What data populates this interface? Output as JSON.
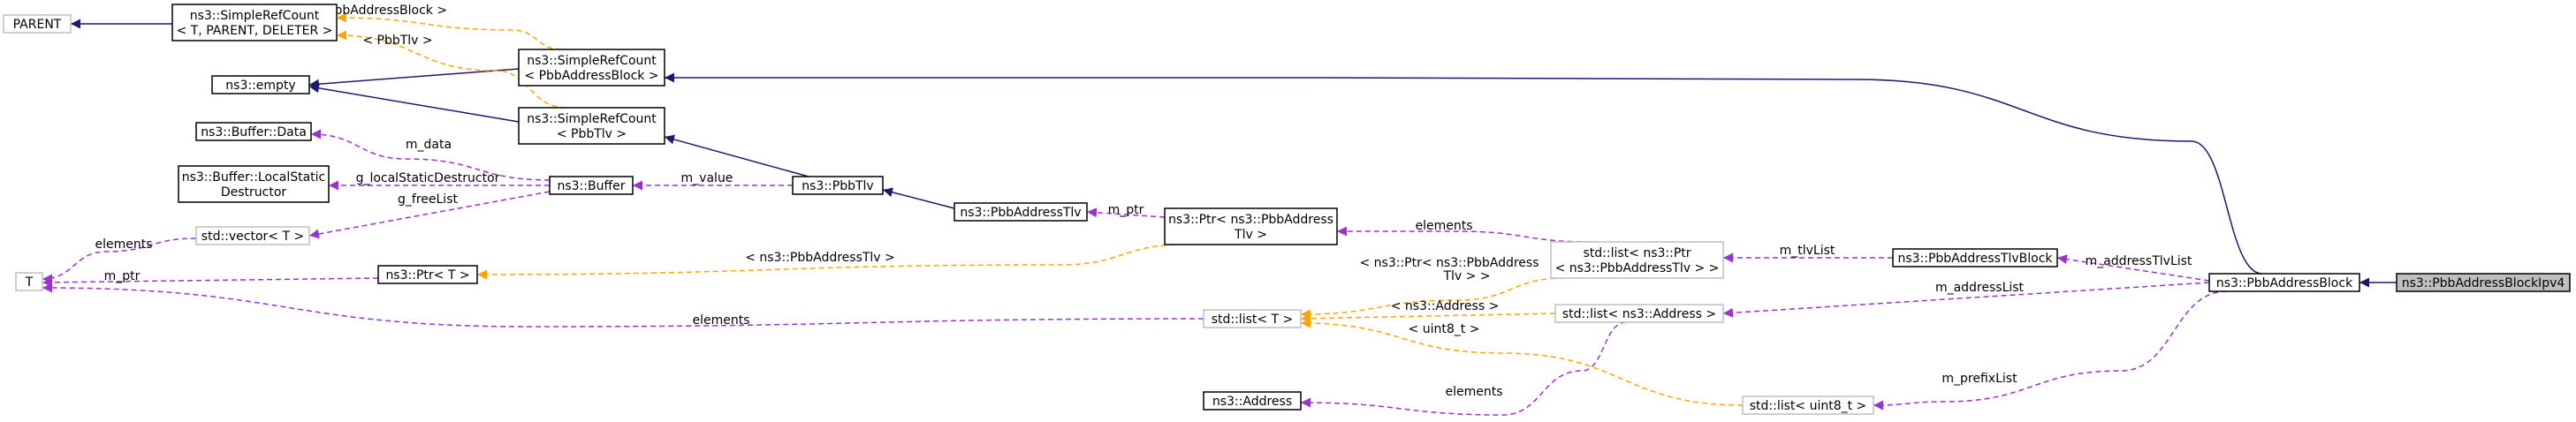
{
  "diagram": {
    "title": "ns3::PbbAddressBlockIpv4",
    "colors": {
      "inheritance": "#191970",
      "usage": "#9a32cd",
      "template": "#ffa500",
      "focus_fill": "#bfbfbf",
      "ghost_border": "#bfbfbf"
    },
    "nodes": [
      {
        "id": "parent",
        "style": "ghost",
        "lines": [
          "PARENT"
        ]
      },
      {
        "id": "srcT",
        "style": "normal",
        "lines": [
          "ns3::SimpleRefCount",
          "< T, PARENT, DELETER >"
        ]
      },
      {
        "id": "empty",
        "style": "normal",
        "lines": [
          "ns3::empty"
        ]
      },
      {
        "id": "srcBlock",
        "style": "normal",
        "lines": [
          "ns3::SimpleRefCount",
          "< PbbAddressBlock >"
        ]
      },
      {
        "id": "srcTlv",
        "style": "normal",
        "lines": [
          "ns3::SimpleRefCount",
          "< PbbTlv >"
        ]
      },
      {
        "id": "bufData",
        "style": "normal",
        "lines": [
          "ns3::Buffer::Data"
        ]
      },
      {
        "id": "bufLSD",
        "style": "normal",
        "lines": [
          "ns3::Buffer::LocalStatic",
          "Destructor"
        ]
      },
      {
        "id": "buffer",
        "style": "normal",
        "lines": [
          "ns3::Buffer"
        ]
      },
      {
        "id": "pbbtlv",
        "style": "normal",
        "lines": [
          "ns3::PbbTlv"
        ]
      },
      {
        "id": "vectorT",
        "style": "ghost",
        "lines": [
          "std::vector< T >"
        ]
      },
      {
        "id": "addrTlv",
        "style": "normal",
        "lines": [
          "ns3::PbbAddressTlv"
        ]
      },
      {
        "id": "ptrAddrTlv",
        "style": "normal",
        "lines": [
          "ns3::Ptr< ns3::PbbAddress",
          "Tlv >"
        ]
      },
      {
        "id": "T",
        "style": "ghost",
        "lines": [
          "T"
        ]
      },
      {
        "id": "ptrT",
        "style": "normal",
        "lines": [
          "ns3::Ptr< T >"
        ]
      },
      {
        "id": "listPtr",
        "style": "ghost",
        "lines": [
          "std::list< ns3::Ptr",
          "< ns3::PbbAddressTlv > >"
        ]
      },
      {
        "id": "tlvBlock",
        "style": "normal",
        "lines": [
          "ns3::PbbAddressTlvBlock"
        ]
      },
      {
        "id": "addrBlock",
        "style": "normal",
        "lines": [
          "ns3::PbbAddressBlock"
        ]
      },
      {
        "id": "ipv4",
        "style": "focus",
        "lines": [
          "ns3::PbbAddressBlockIpv4"
        ]
      },
      {
        "id": "listT",
        "style": "ghost",
        "lines": [
          "std::list< T >"
        ]
      },
      {
        "id": "listAddr",
        "style": "ghost",
        "lines": [
          "std::list< ns3::Address >"
        ]
      },
      {
        "id": "listU8",
        "style": "ghost",
        "lines": [
          "std::list< uint8_t >"
        ]
      },
      {
        "id": "address",
        "style": "normal",
        "lines": [
          "ns3::Address"
        ]
      }
    ],
    "edges": [
      {
        "id": "e1",
        "from": "srcT",
        "to": "parent",
        "kind": "inheritance",
        "label": []
      },
      {
        "id": "e2",
        "from": "srcBlock",
        "to": "empty",
        "kind": "inheritance",
        "label": []
      },
      {
        "id": "e3",
        "from": "srcTlv",
        "to": "empty",
        "kind": "inheritance",
        "label": []
      },
      {
        "id": "e4",
        "from": "srcBlock",
        "to": "srcT",
        "kind": "template",
        "label": [
          "< PbbAddressBlock >"
        ]
      },
      {
        "id": "e5",
        "from": "srcTlv",
        "to": "srcT",
        "kind": "template",
        "label": [
          "< PbbTlv >"
        ]
      },
      {
        "id": "e6",
        "from": "pbbtlv",
        "to": "srcTlv",
        "kind": "inheritance",
        "label": []
      },
      {
        "id": "e7",
        "from": "addrBlock",
        "to": "srcBlock",
        "kind": "inheritance",
        "label": []
      },
      {
        "id": "e8",
        "from": "buffer",
        "to": "bufData",
        "kind": "usage",
        "label": [
          "m_data"
        ]
      },
      {
        "id": "e9",
        "from": "buffer",
        "to": "bufLSD",
        "kind": "usage",
        "label": [
          "g_localStaticDestructor"
        ]
      },
      {
        "id": "e10",
        "from": "buffer",
        "to": "vectorT",
        "kind": "usage",
        "label": [
          "g_freeList"
        ]
      },
      {
        "id": "e11",
        "from": "pbbtlv",
        "to": "buffer",
        "kind": "usage",
        "label": [
          "m_value"
        ]
      },
      {
        "id": "e12",
        "from": "addrTlv",
        "to": "pbbtlv",
        "kind": "inheritance",
        "label": []
      },
      {
        "id": "e13",
        "from": "ptrAddrTlv",
        "to": "addrTlv",
        "kind": "usage",
        "label": [
          "m_ptr"
        ]
      },
      {
        "id": "e14",
        "from": "vectorT",
        "to": "T",
        "kind": "usage",
        "label": [
          "elements"
        ]
      },
      {
        "id": "e15",
        "from": "ptrT",
        "to": "T",
        "kind": "usage",
        "label": [
          "m_ptr"
        ]
      },
      {
        "id": "e16",
        "from": "listT",
        "to": "T",
        "kind": "usage",
        "label": [
          "elements"
        ]
      },
      {
        "id": "e17",
        "from": "ptrAddrTlv",
        "to": "ptrT",
        "kind": "template",
        "label": [
          "< ns3::PbbAddressTlv >"
        ]
      },
      {
        "id": "e18",
        "from": "listPtr",
        "to": "ptrAddrTlv",
        "kind": "usage",
        "label": [
          "elements"
        ]
      },
      {
        "id": "e19",
        "from": "listPtr",
        "to": "listT",
        "kind": "template",
        "label": [
          "< ns3::Ptr< ns3::PbbAddress",
          "Tlv > >"
        ]
      },
      {
        "id": "e20",
        "from": "listAddr",
        "to": "listT",
        "kind": "template",
        "label": [
          "< ns3::Address >"
        ]
      },
      {
        "id": "e21",
        "from": "listU8",
        "to": "listT",
        "kind": "template",
        "label": [
          "< uint8_t >"
        ]
      },
      {
        "id": "e22",
        "from": "tlvBlock",
        "to": "listPtr",
        "kind": "usage",
        "label": [
          "m_tlvList"
        ]
      },
      {
        "id": "e23",
        "from": "addrBlock",
        "to": "tlvBlock",
        "kind": "usage",
        "label": [
          "m_addressTlvList"
        ]
      },
      {
        "id": "e24",
        "from": "addrBlock",
        "to": "listAddr",
        "kind": "usage",
        "label": [
          "m_addressList"
        ]
      },
      {
        "id": "e25",
        "from": "addrBlock",
        "to": "listU8",
        "kind": "usage",
        "label": [
          "m_prefixList"
        ]
      },
      {
        "id": "e26",
        "from": "listAddr",
        "to": "address",
        "kind": "usage",
        "label": [
          "elements"
        ]
      },
      {
        "id": "e27",
        "from": "ipv4",
        "to": "addrBlock",
        "kind": "inheritance",
        "label": []
      }
    ]
  }
}
